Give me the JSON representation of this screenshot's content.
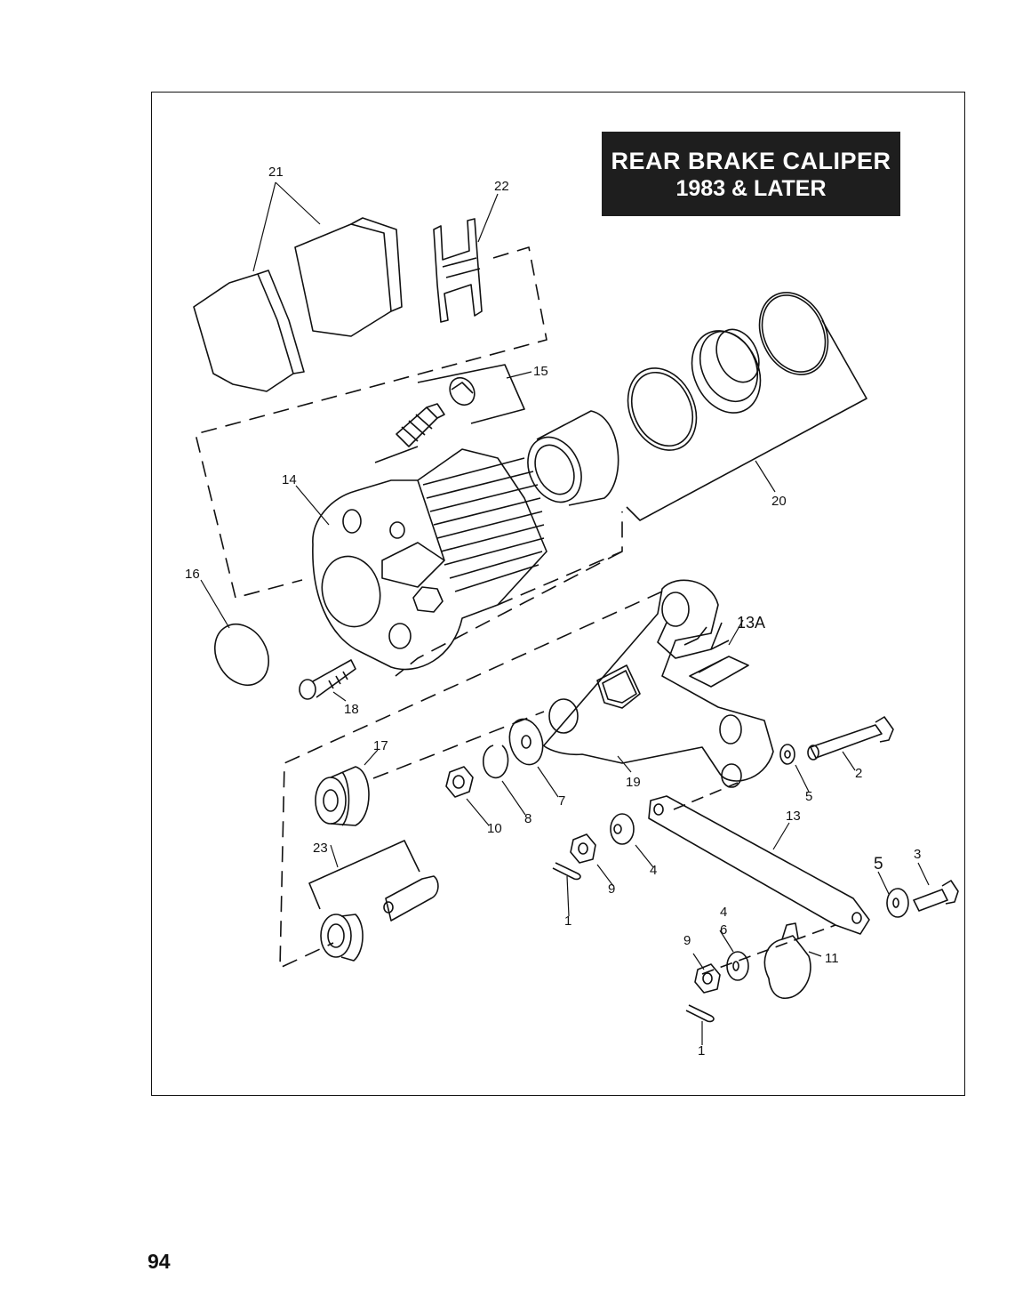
{
  "header": {
    "title_line1": "REAR BRAKE CALIPER",
    "title_line2": "1983 & LATER"
  },
  "callouts": [
    "21",
    "22",
    "15",
    "14",
    "16",
    "18",
    "20",
    "13A",
    "17",
    "10",
    "8",
    "7",
    "19",
    "2",
    "5",
    "13",
    "9",
    "4",
    "1",
    "23",
    "5",
    "3",
    "4",
    "6",
    "9",
    "11",
    "1"
  ],
  "page_number": "94"
}
